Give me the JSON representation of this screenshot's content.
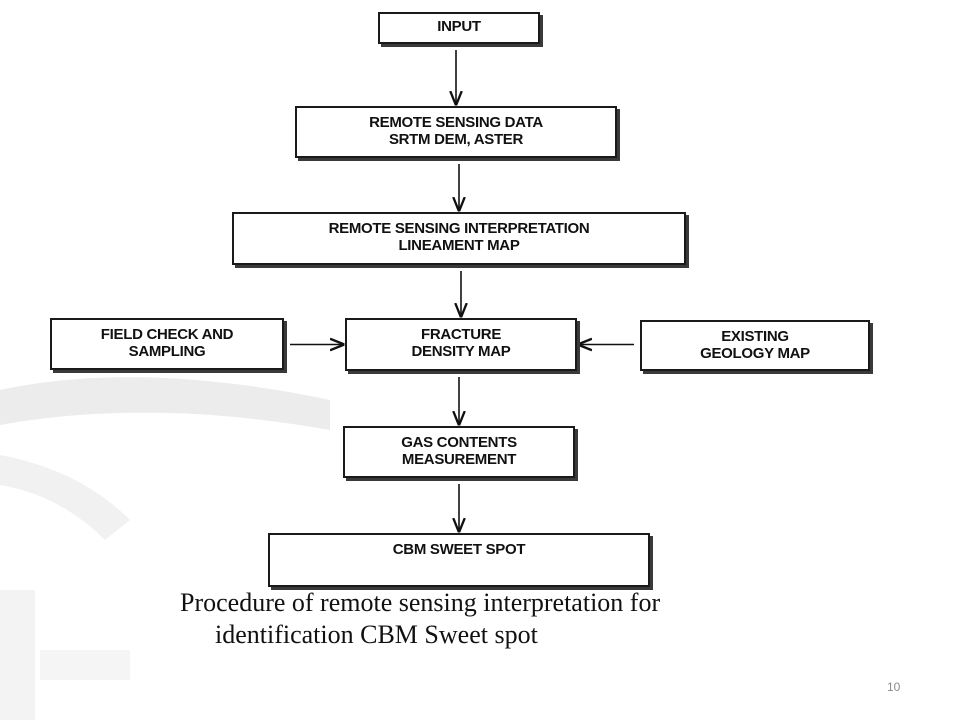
{
  "diagram": {
    "nodes": [
      {
        "id": "input",
        "lines": [
          "INPUT"
        ]
      },
      {
        "id": "remote-sensing-data",
        "lines": [
          "REMOTE SENSING DATA",
          "SRTM DEM, ASTER"
        ]
      },
      {
        "id": "interpretation",
        "lines": [
          "REMOTE SENSING INTERPRETATION",
          "LINEAMENT  MAP"
        ]
      },
      {
        "id": "field-check",
        "lines": [
          "FIELD CHECK AND",
          "SAMPLING"
        ]
      },
      {
        "id": "fracture-density",
        "lines": [
          "FRACTURE",
          "DENSITY MAP"
        ]
      },
      {
        "id": "existing-geology",
        "lines": [
          "EXISTING",
          "GEOLOGY  MAP"
        ]
      },
      {
        "id": "gas-contents",
        "lines": [
          "GAS  CONTENTS",
          "MEASUREMENT"
        ]
      },
      {
        "id": "cbm-sweet-spot",
        "lines": [
          "CBM SWEET SPOT"
        ]
      }
    ],
    "edges": [
      {
        "from": "input",
        "to": "remote-sensing-data"
      },
      {
        "from": "remote-sensing-data",
        "to": "interpretation"
      },
      {
        "from": "interpretation",
        "to": "fracture-density"
      },
      {
        "from": "field-check",
        "to": "fracture-density"
      },
      {
        "from": "existing-geology",
        "to": "fracture-density"
      },
      {
        "from": "fracture-density",
        "to": "gas-contents"
      },
      {
        "from": "gas-contents",
        "to": "cbm-sweet-spot"
      }
    ]
  },
  "caption": {
    "line1": "Procedure of remote sensing interpretation for",
    "line2": "identification CBM Sweet spot"
  },
  "slide_number": "10"
}
